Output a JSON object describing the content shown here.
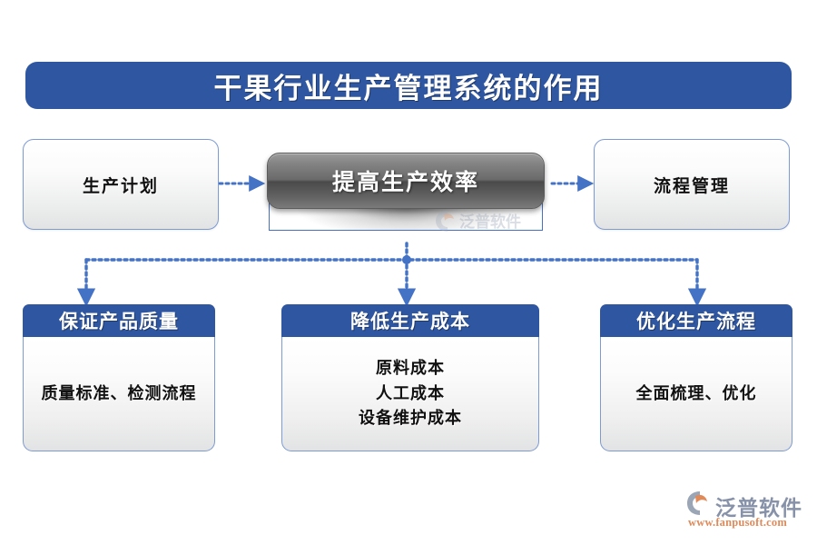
{
  "header": {
    "title": "干果行业生产管理系统的作用",
    "background_color": "#2f56a0",
    "text_color": "#ffffff"
  },
  "flow": {
    "left_node": {
      "label": "生产计划"
    },
    "center_node": {
      "label": "提高生产效率"
    },
    "right_node": {
      "label": "流程管理"
    }
  },
  "cards": [
    {
      "title": "保证产品质量",
      "lines": [
        "质量标准、检测流程"
      ]
    },
    {
      "title": "降低生产成本",
      "lines": [
        "原料成本",
        "人工成本",
        "设备维护成本"
      ]
    },
    {
      "title": "优化生产流程",
      "lines": [
        "全面梳理、优化"
      ]
    }
  ],
  "logo": {
    "name": "泛普软件",
    "url": "www.fanpusoft.com",
    "name_color": "#8792a8",
    "url_color": "#e08a5a"
  },
  "connector": {
    "color": "#4472c4",
    "style": "dotted-with-arrowheads"
  }
}
